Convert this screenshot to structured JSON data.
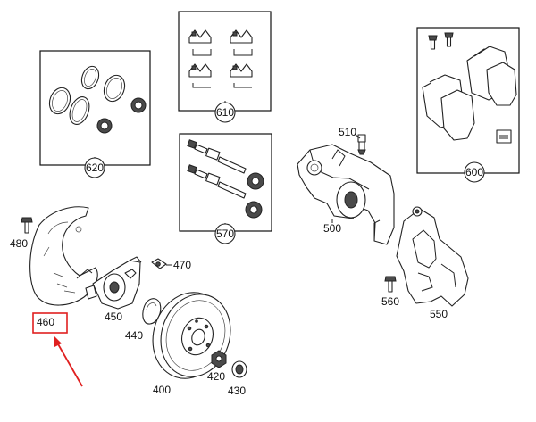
{
  "kits": [
    {
      "number": "610"
    },
    {
      "number": "620"
    },
    {
      "number": "570"
    },
    {
      "number": "600"
    }
  ],
  "parts": [
    {
      "number": "510"
    },
    {
      "number": "500"
    },
    {
      "number": "480"
    },
    {
      "number": "470"
    },
    {
      "number": "450"
    },
    {
      "number": "440"
    },
    {
      "number": "560"
    },
    {
      "number": "550"
    },
    {
      "number": "420"
    },
    {
      "number": "430"
    },
    {
      "number": "400"
    }
  ],
  "highlight": {
    "number": "460",
    "color": "#e02020"
  }
}
